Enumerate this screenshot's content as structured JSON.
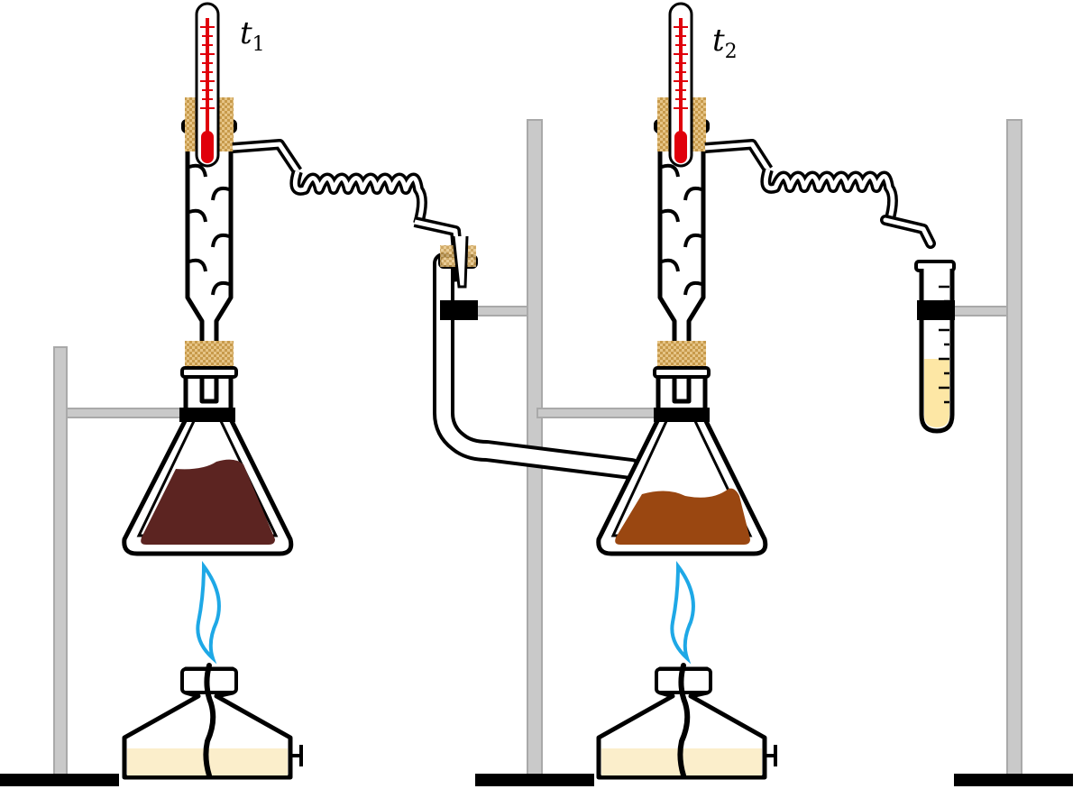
{
  "labels": {
    "t1": {
      "symbol": "t",
      "subscript": "1"
    },
    "t2": {
      "symbol": "t",
      "subscript": "2"
    }
  },
  "colors": {
    "stand_rod": "#c9c9c9",
    "stand_rod_edge": "#a9a9a9",
    "base": "#000000",
    "glass_outline": "#000000",
    "cork": "#d9b26b",
    "thermometer_liquid": "#e0000b",
    "flask1_liquid": "#5c2421",
    "flask2_liquid": "#9a4711",
    "test_tube_liquid": "#fde7a5",
    "burner_fuel": "#fbeecb",
    "flame": "#1ea8e6",
    "clamp": "#000000"
  },
  "icons": [
    "thermometer-icon",
    "erlenmeyer-flask-icon",
    "spirit-lamp-icon",
    "test-tube-icon",
    "condenser-coil-icon",
    "retort-stand-icon",
    "flame-icon"
  ]
}
